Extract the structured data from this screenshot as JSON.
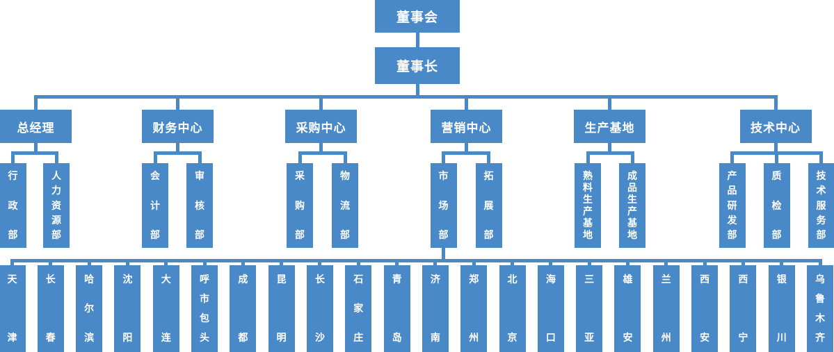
{
  "colors": {
    "node": "#4A89C8",
    "text": "#FFFFFF",
    "background": "#FFFFFF"
  },
  "org": {
    "board": "董事会",
    "chairman": "董事长",
    "departments": [
      {
        "label": "总经理",
        "children": [
          "行政部",
          "人力资源部"
        ]
      },
      {
        "label": "财务中心",
        "children": [
          "会计部",
          "审核部"
        ]
      },
      {
        "label": "采购中心",
        "children": [
          "采购部",
          "物流部"
        ]
      },
      {
        "label": "营销中心",
        "children": [
          "市场部",
          "拓展部"
        ]
      },
      {
        "label": "生产基地",
        "children": [
          "熟料生产基地",
          "成品生产基地"
        ]
      },
      {
        "label": "技术中心",
        "children": [
          "产品研发部",
          "质检部",
          "技术服务部"
        ]
      }
    ],
    "market_branch_cities": [
      "天津",
      "长春",
      "哈尔滨",
      "沈阳",
      "大连",
      "呼市包头",
      "成都",
      "昆明",
      "长沙",
      "石家庄",
      "青岛",
      "济南",
      "郑州",
      "北京",
      "海口",
      "三亚",
      "雄安",
      "兰州",
      "西安",
      "西宁",
      "银川",
      "乌鲁木齐"
    ]
  }
}
